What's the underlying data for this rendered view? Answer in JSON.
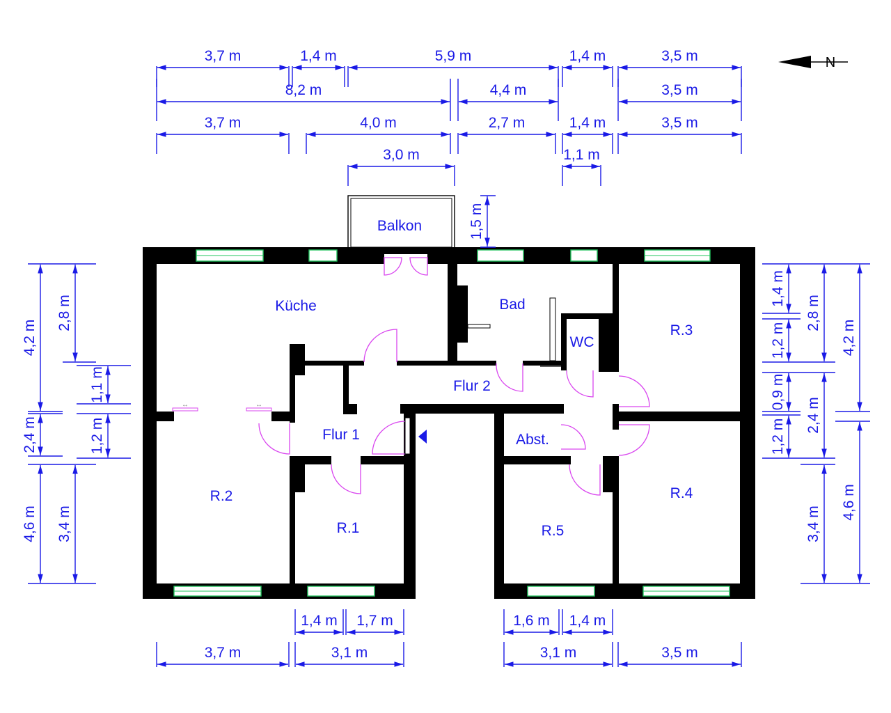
{
  "north": {
    "label": "N"
  },
  "rooms": {
    "kueche": "Küche",
    "bad": "Bad",
    "wc": "WC",
    "r3": "R.3",
    "flur2": "Flur 2",
    "flur1": "Flur 1",
    "abst": "Abst.",
    "r2": "R.2",
    "r1": "R.1",
    "r5": "R.5",
    "r4": "R.4",
    "balkon": "Balkon"
  },
  "dims": {
    "top_row1": [
      "3,7 m",
      "1,4 m",
      "5,9 m",
      "1,4 m",
      "3,5 m"
    ],
    "top_row2": [
      "8,2 m",
      "4,4 m",
      "3,5 m"
    ],
    "top_row3": [
      "3,7 m",
      "4,0 m",
      "2,7 m",
      "1,4 m",
      "3,5 m"
    ],
    "top_row4": [
      "3,0 m",
      "1,1 m"
    ],
    "balkon_depth": "1,5 m",
    "left_outer": [
      "4,2 m",
      "2,4 m",
      "4,6 m"
    ],
    "left_inner": [
      "2,8 m",
      "1,1 m",
      "1,2 m",
      "3,4 m"
    ],
    "right_inner": [
      "1,4 m",
      "1,2 m",
      "0,9 m",
      "1,2 m"
    ],
    "right_mid": [
      "2,8 m",
      "2,4 m",
      "3,4 m"
    ],
    "right_outer": [
      "4,2 m",
      "4,6 m"
    ],
    "bottom_row1": [
      "1,4 m",
      "1,7 m",
      "1,6 m",
      "1,4 m"
    ],
    "bottom_row2": [
      "3,7 m",
      "3,1 m",
      "3,1 m",
      "3,5 m"
    ]
  }
}
